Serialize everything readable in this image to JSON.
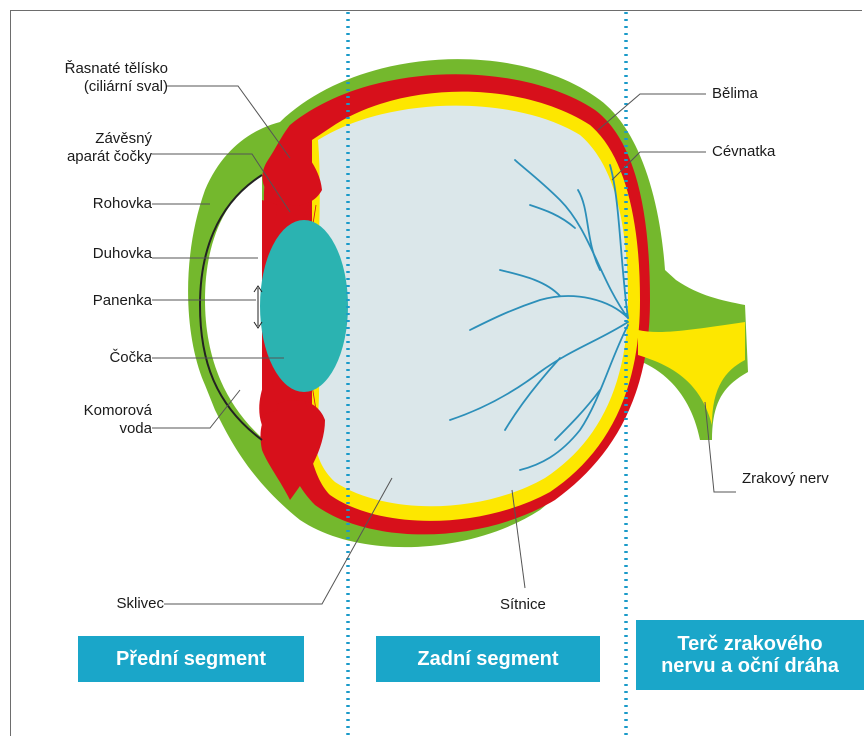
{
  "labels": {
    "ciliary_body": "Řasnaté tělísko",
    "ciliary_muscle": "(ciliární sval)",
    "zonule_1": "Závěsný",
    "zonule_2": "aparát čočky",
    "cornea": "Rohovka",
    "iris": "Duhovka",
    "pupil": "Panenka",
    "lens": "Čočka",
    "aqueous_1": "Komorová",
    "aqueous_2": "voda",
    "vitreous": "Sklivec",
    "sclera": "Bělima",
    "choroid": "Cévnatka",
    "retina": "Sítnice",
    "optic_nerve": "Zrakový nerv"
  },
  "segments": {
    "anterior": "Přední segment",
    "posterior": "Zadní segment",
    "optic_1": "Terč zrakového",
    "optic_2": "nervu a oční dráha"
  },
  "colors": {
    "sclera": "#74b82d",
    "choroid": "#d7101b",
    "retina": "#fde700",
    "vitreous": "#dbe7ea",
    "lens": "#2bb3b1",
    "vessels": "#2c8fb9",
    "divider": "#1a9ac9",
    "segment_bg": "#1aa6c9"
  }
}
